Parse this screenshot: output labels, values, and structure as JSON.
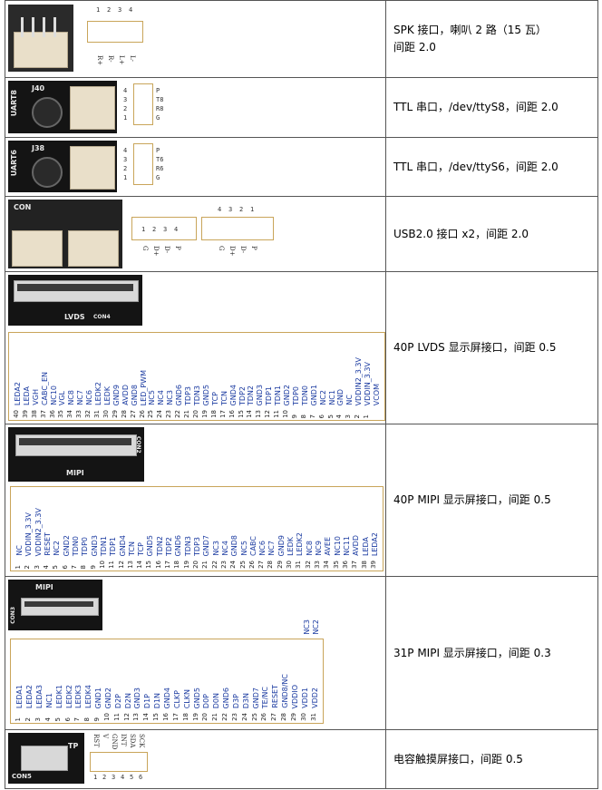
{
  "rows": [
    {
      "desc": "SPK 接口，喇叭 2 路（15 瓦）",
      "desc2": "间距 2.0",
      "pins": [
        "4",
        "3",
        "2",
        "1"
      ],
      "labels": [
        "R+",
        "R-",
        "L+",
        "L-"
      ]
    },
    {
      "desc": "TTL 串口，/dev/ttyS8，间距 2.0",
      "silk": [
        "UART8",
        "J40"
      ],
      "pins": [
        "4",
        "3",
        "2",
        "1"
      ],
      "labels": [
        "P",
        "T8",
        "R8",
        "G"
      ]
    },
    {
      "desc": "TTL 串口，/dev/ttyS6，间距 2.0",
      "silk": [
        "UART6",
        "J38"
      ],
      "pins": [
        "4",
        "3",
        "2",
        "1"
      ],
      "labels": [
        "P",
        "T6",
        "R6",
        "G"
      ]
    },
    {
      "desc": "USB2.0 接口 x2，间距 2.0",
      "pins": [
        "1",
        "2",
        "3",
        "4"
      ],
      "labels": [
        "G",
        "D+",
        "D-",
        "P"
      ]
    },
    {
      "desc": "40P LVDS 显示屏接口，间距 0.5",
      "silk": [
        "LVDS",
        "CON4"
      ],
      "pin_labels": [
        "VCOM",
        "VDDIN_3.3V",
        "VDDIN2_3.3V",
        "NC",
        "GND",
        "NC1",
        "NC2",
        "GND1",
        "TDN0",
        "TDP0",
        "GND2",
        "TDN1",
        "TDP1",
        "GND3",
        "TDN2",
        "TDP2",
        "GND4",
        "TCN",
        "TCP",
        "GND5",
        "TDN3",
        "TDP3",
        "GND6",
        "NC3",
        "NC4",
        "NC5",
        "LED_PWM",
        "GND8",
        "AVDD",
        "GND9",
        "LEDK",
        "LEDK2",
        "NC6",
        "NC7",
        "NC8",
        "VGL",
        "NC10",
        "CABC_EN",
        "VGH",
        "LEDA",
        "LEDA2"
      ],
      "pin_numbers": [
        "1",
        "2",
        "3",
        "4",
        "5",
        "6",
        "7",
        "8",
        "9",
        "10",
        "11",
        "12",
        "13",
        "14",
        "15",
        "16",
        "17",
        "18",
        "19",
        "20",
        "21",
        "22",
        "23",
        "24",
        "25",
        "26",
        "27",
        "28",
        "29",
        "30",
        "31",
        "32",
        "33",
        "34",
        "35",
        "36",
        "37",
        "38",
        "39",
        "40"
      ]
    },
    {
      "desc": "40P MIPI 显示屏接口，间距 0.5",
      "silk": [
        "MIPI",
        "CON2"
      ],
      "pin_labels": [
        "NC",
        "VDDIN_3.3V",
        "VDDIN2_3.3V",
        "RESET",
        "NC2",
        "GND2",
        "TDN0",
        "TDP0",
        "GND3",
        "TDN1",
        "TDP1",
        "GND4",
        "TCN",
        "TCP",
        "GND5",
        "TDN2",
        "TDP2",
        "GND6",
        "TDN3",
        "TDP3",
        "GND7",
        "NC3",
        "NC4",
        "GND8",
        "NC5",
        "CABC",
        "NC6",
        "NC7",
        "GND9",
        "LEDK",
        "LEDK2",
        "NC8",
        "NC9",
        "AVEE",
        "NC10",
        "NC11",
        "AVDD",
        "LEDA",
        "LEDA2"
      ],
      "pin_numbers": [
        "1",
        "2",
        "3",
        "4",
        "5",
        "6",
        "7",
        "8",
        "9",
        "10",
        "11",
        "12",
        "13",
        "14",
        "15",
        "16",
        "17",
        "18",
        "19",
        "20",
        "21",
        "22",
        "23",
        "24",
        "25",
        "26",
        "27",
        "28",
        "29",
        "30",
        "31",
        "32",
        "33",
        "34",
        "35",
        "36",
        "37",
        "38",
        "39",
        "40"
      ]
    },
    {
      "desc": "31P MIPI 显示屏接口，间距 0.3",
      "silk": [
        "MIPI",
        "CON3"
      ],
      "pin_labels": [
        "LEDA1",
        "LEDA2",
        "LEDA3",
        "NC1",
        "LEDK1",
        "LEDK2",
        "LEDK3",
        "LEDK4",
        "GND1",
        "GND2",
        "D2P",
        "D2N",
        "GND3",
        "D1P",
        "D1N",
        "GND4",
        "CLKP",
        "CLKN",
        "GND5",
        "D0P",
        "D0N",
        "GND6",
        "D3P",
        "D3N",
        "GND7",
        "TE/NC",
        "RESET",
        "GND8/NC",
        "VDDIO",
        "VDD1",
        "VDD2"
      ],
      "top_labels": [
        "NC3",
        "NC2"
      ],
      "pin_numbers": [
        "1",
        "2",
        "3",
        "4",
        "5",
        "6",
        "7",
        "8",
        "9",
        "10",
        "11",
        "12",
        "13",
        "14",
        "15",
        "16",
        "17",
        "18",
        "19",
        "20",
        "21",
        "22",
        "23",
        "24",
        "25",
        "26",
        "27",
        "28",
        "29",
        "30",
        "31"
      ]
    },
    {
      "desc": "电容触摸屏接口，间距 0.5",
      "silk": [
        "TP",
        "CON5"
      ],
      "labels": [
        "RST",
        "V",
        "GND",
        "INT",
        "SDA",
        "SCK"
      ],
      "pins": [
        "1",
        "2",
        "3",
        "4",
        "5",
        "6"
      ]
    }
  ]
}
